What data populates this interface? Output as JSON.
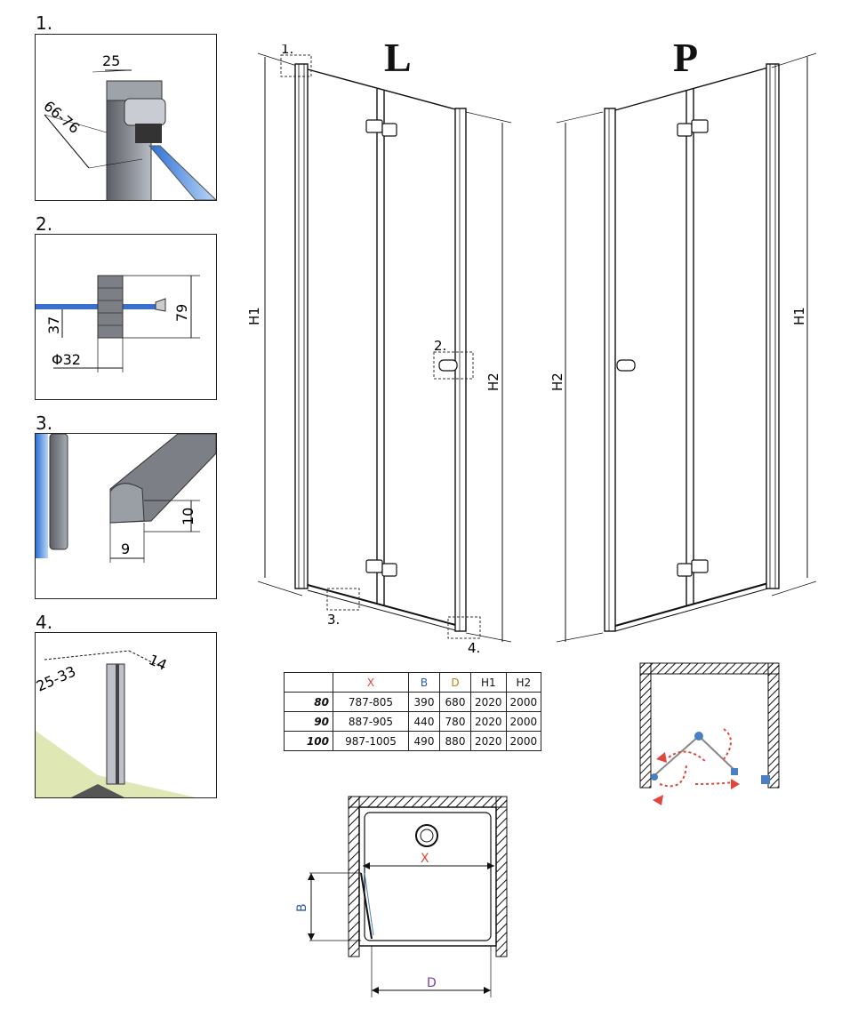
{
  "panels": [
    {
      "num": "1.",
      "dims": {
        "width": "25",
        "depth": "66-76"
      }
    },
    {
      "num": "2.",
      "dims": {
        "height": "79",
        "offset": "37",
        "diameter": "Φ32"
      }
    },
    {
      "num": "3.",
      "dims": {
        "height": "10",
        "width": "9"
      }
    },
    {
      "num": "4.",
      "dims": {
        "range": "25-33",
        "depth": "14"
      }
    }
  ],
  "views": {
    "left_label": "L",
    "right_label": "P",
    "dim_h1": "H1",
    "dim_h2": "H2",
    "callouts": [
      "1.",
      "2.",
      "3.",
      "4."
    ]
  },
  "table": {
    "headers": [
      "",
      "X",
      "B",
      "D",
      "H1",
      "H2"
    ],
    "header_colors": [
      "#111111",
      "#e0463c",
      "#2d5aa8",
      "#c47a1e",
      "#111111",
      "#111111"
    ],
    "rows": [
      [
        "80",
        "787-805",
        "390",
        "680",
        "2020",
        "2000"
      ],
      [
        "90",
        "887-905",
        "440",
        "780",
        "2020",
        "2000"
      ],
      [
        "100",
        "987-1005",
        "490",
        "880",
        "2020",
        "2000"
      ]
    ]
  },
  "plan": {
    "x_label": "X",
    "b_label": "B",
    "d_label": "D",
    "colors": {
      "x": "#e0463c",
      "b": "#2d5aa8",
      "d": "#7a3fa0",
      "arrows": "#e0463c",
      "hinge": "#4a7fc4"
    }
  }
}
